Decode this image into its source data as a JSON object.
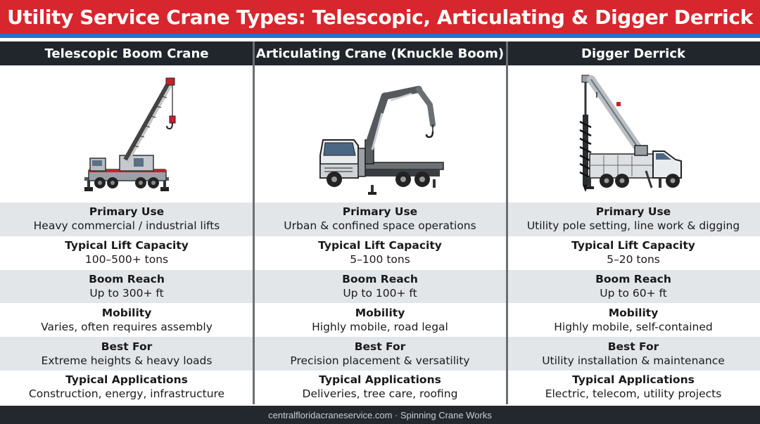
{
  "title": "Utility Service Crane Types: Telescopic, Articulating & Digger Derrick",
  "columns": [
    {
      "heading": "Telescopic Boom Crane",
      "image_icon": "telescopic-crane-icon",
      "rows": [
        {
          "label": "Primary Use",
          "value": "Heavy commercial / industrial lifts"
        },
        {
          "label": "Typical Lift Capacity",
          "value": "100–500+ tons"
        },
        {
          "label": "Boom Reach",
          "value": "Up to 300+ ft"
        },
        {
          "label": "Mobility",
          "value": "Varies, often requires assembly"
        },
        {
          "label": "Best For",
          "value": "Extreme heights & heavy loads"
        },
        {
          "label": "Typical Applications",
          "value": "Construction, energy, infrastructure"
        }
      ]
    },
    {
      "heading": "Articulating Crane (Knuckle Boom)",
      "image_icon": "knuckle-boom-truck-icon",
      "rows": [
        {
          "label": "Primary Use",
          "value": "Urban & confined space operations"
        },
        {
          "label": "Typical Lift Capacity",
          "value": "5–100 tons"
        },
        {
          "label": "Boom Reach",
          "value": "Up to 100+ ft"
        },
        {
          "label": "Mobility",
          "value": "Highly mobile, road legal"
        },
        {
          "label": "Best For",
          "value": "Precision placement & versatility"
        },
        {
          "label": "Typical Applications",
          "value": "Deliveries, tree care, roofing"
        }
      ]
    },
    {
      "heading": "Digger Derrick",
      "image_icon": "digger-derrick-truck-icon",
      "rows": [
        {
          "label": "Primary Use",
          "value": "Utility pole setting, line work & digging"
        },
        {
          "label": "Typical Lift Capacity",
          "value": "5–20 tons"
        },
        {
          "label": "Boom Reach",
          "value": "Up to 60+ ft"
        },
        {
          "label": "Mobility",
          "value": "Highly mobile, self-contained"
        },
        {
          "label": "Best For",
          "value": "Utility installation & maintenance"
        },
        {
          "label": "Typical Applications",
          "value": "Electric, telecom, utility projects"
        }
      ]
    }
  ],
  "footer": "centralfloridacraneservice.com · Spinning Crane Works",
  "colors": {
    "title_red": "#d7262e",
    "stripe_blue": "#2a6dd0",
    "header_dark": "#20262c",
    "row_shade": "#e3e6e9",
    "crane_red": "#c8202a"
  }
}
